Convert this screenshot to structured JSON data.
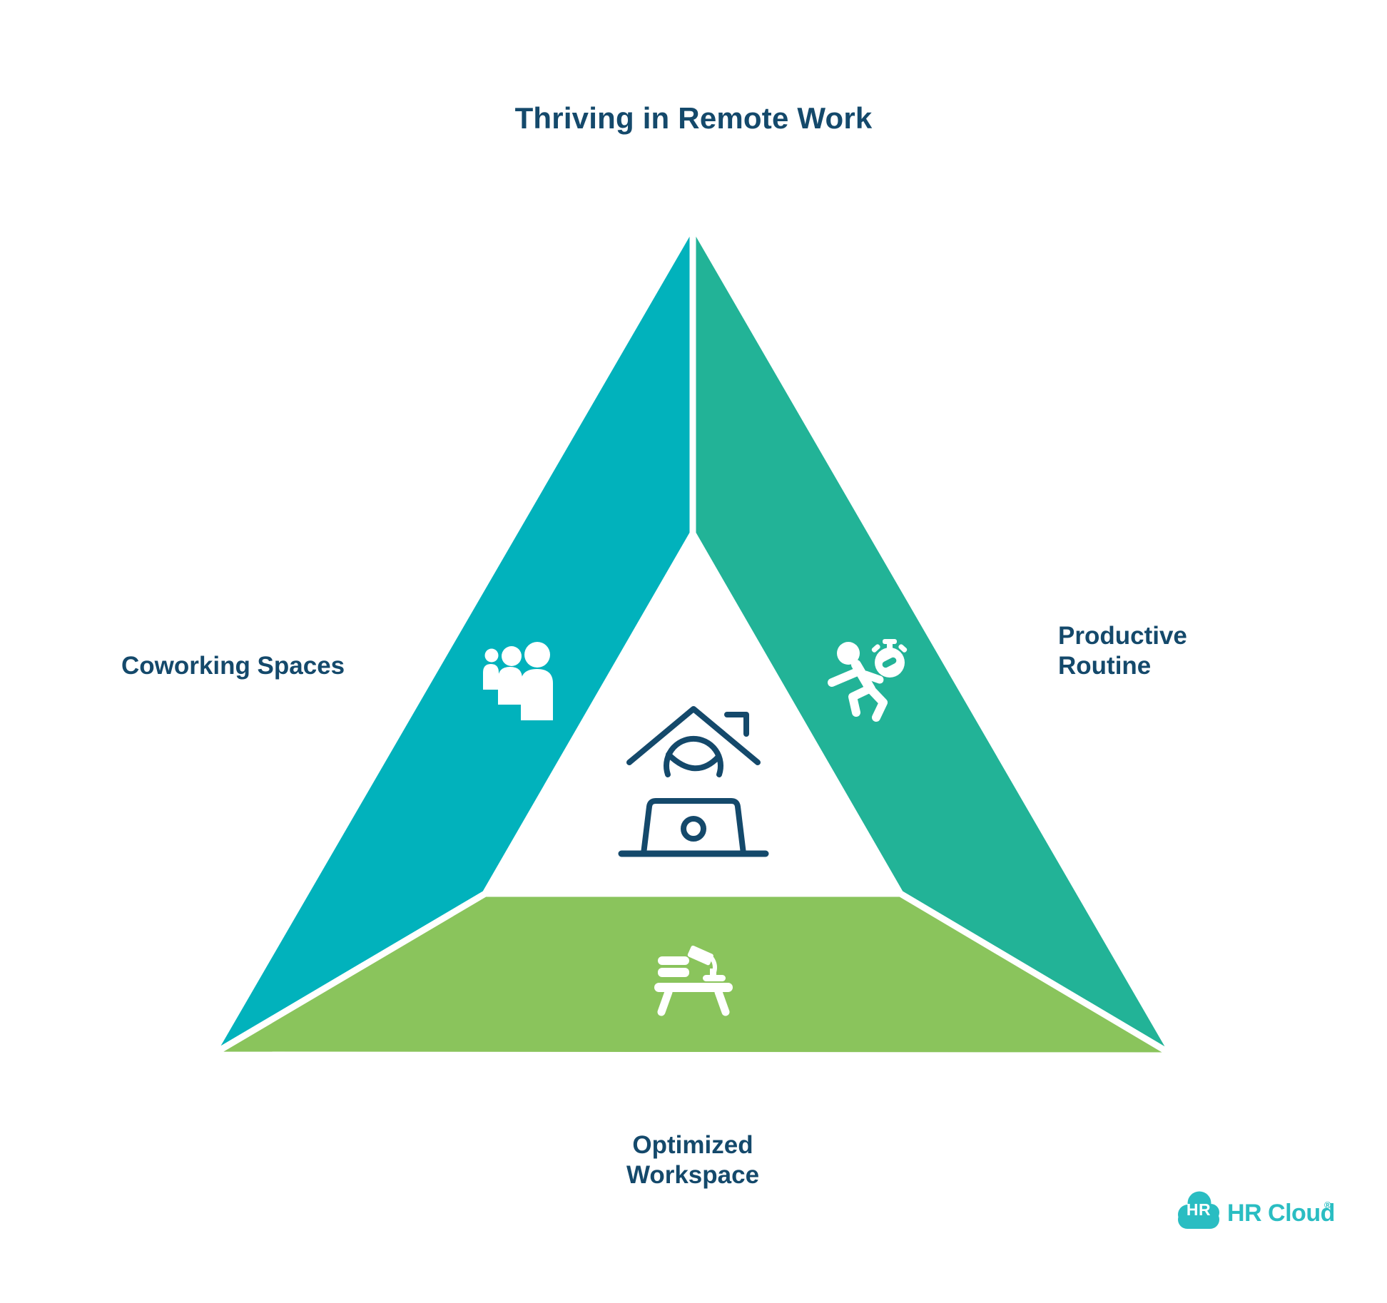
{
  "title": "Thriving in Remote Work",
  "colors": {
    "navy": "#14496B",
    "left_band": "#01B2BC",
    "right_band": "#22B397",
    "bottom_band": "#8AC45C",
    "logo_teal": "#2ABDC2",
    "icon_white": "#FFFFFF",
    "background": "#FFFFFF"
  },
  "sections": {
    "left": {
      "label": "Coworking Spaces",
      "icon": "people-group-icon"
    },
    "right": {
      "label": "Productive Routine",
      "icon": "runner-stopwatch-icon"
    },
    "bottom": {
      "label": "Optimized Workspace",
      "icon": "desk-lamp-icon"
    },
    "center": {
      "icon": "remote-work-home-laptop-icon"
    }
  },
  "logo": {
    "badge_text": "HR",
    "brand_text": "HR Cloud",
    "registered_mark": "®"
  }
}
